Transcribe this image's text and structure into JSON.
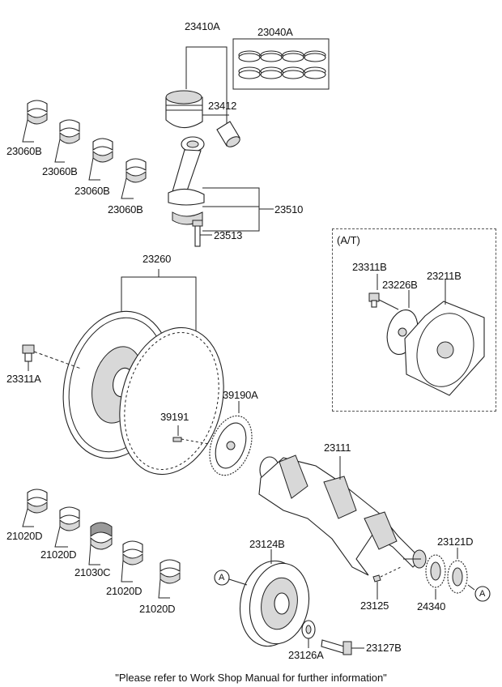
{
  "diagram": {
    "labels": {
      "l23410A": "23410A",
      "l23040A": "23040A",
      "l23412": "23412",
      "l23060B_1": "23060B",
      "l23060B_2": "23060B",
      "l23060B_3": "23060B",
      "l23060B_4": "23060B",
      "l23510": "23510",
      "l23513": "23513",
      "l23260": "23260",
      "l23311A": "23311A",
      "l39190A": "39190A",
      "l39191": "39191",
      "l23111": "23111",
      "l23311B": "23311B",
      "l23226B": "23226B",
      "l23211B": "23211B",
      "l21020D_1": "21020D",
      "l21020D_2": "21020D",
      "l21030C": "21030C",
      "l21020D_3": "21020D",
      "l21020D_4": "21020D",
      "l23124B": "23124B",
      "l23121D": "23121D",
      "l23125": "23125",
      "l24340": "24340",
      "l23126A": "23126A",
      "l23127B": "23127B",
      "refA1": "A",
      "refA2": "A"
    },
    "at_title": "(A/T)",
    "footnote": "\"Please refer to Work Shop Manual for further information\""
  }
}
